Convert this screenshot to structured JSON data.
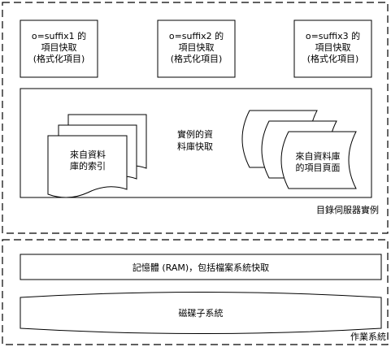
{
  "server_instance": {
    "label": "目錄伺服器實例",
    "suffix_caches": [
      {
        "lines": [
          "o=suffix1 的",
          "項目快取",
          "(格式化項目)"
        ]
      },
      {
        "lines": [
          "o=suffix2 的",
          "項目快取",
          "(格式化項目)"
        ]
      },
      {
        "lines": [
          "o=suffix3 的",
          "項目快取",
          "(格式化項目)"
        ]
      }
    ],
    "database_cache": {
      "label_lines": [
        "實例的資",
        "料庫快取"
      ],
      "index_pages": [
        "來自資料",
        "庫的索引"
      ],
      "entry_pages": [
        "來自資料庫",
        "的項目頁面"
      ]
    }
  },
  "operating_system": {
    "label": "作業系統",
    "memory": "記憶體 (RAM)，包括檔案系統快取",
    "disk": "磁碟子系統"
  }
}
